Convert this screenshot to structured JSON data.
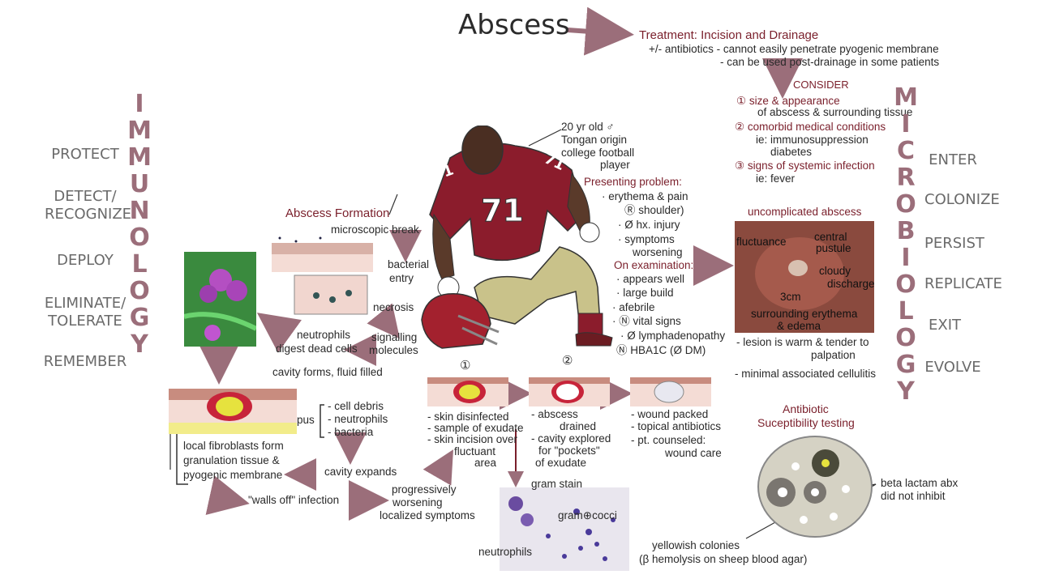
{
  "title": "Abscess",
  "treatment": {
    "heading": "Treatment: Incision and Drainage",
    "line1": "+/- antibiotics - cannot easily penetrate pyogenic membrane",
    "line2": "- can be used post-drainage in some patients",
    "consider": "CONSIDER",
    "items": [
      "① size & appearance",
      "of abscess & surrounding tissue",
      "② comorbid medical conditions",
      "ie: immunosuppression",
      "diabetes",
      "③ signs of systemic infection",
      "ie: fever"
    ]
  },
  "immunology": {
    "vertical": "IMMUNOLOGY",
    "steps": [
      "PROTECT",
      "DETECT/ RECOGNIZE",
      "DEPLOY",
      "ELIMINATE/ TOLERATE",
      "REMEMBER"
    ]
  },
  "microbiology": {
    "vertical": "MICROBIOLOGY",
    "steps": [
      "ENTER",
      "COLONIZE",
      "PERSIST",
      "REPLICATE",
      "EXIT",
      "EVOLVE"
    ]
  },
  "patient": {
    "jersey_number": "71",
    "desc": [
      "20 yr old ♂",
      "Tongan origin",
      "college football",
      "player"
    ],
    "presenting_heading": "Presenting problem:",
    "presenting": [
      "· erythema & pain",
      "Ⓡ shoulder)",
      "· Ø hx. injury",
      "· symptoms",
      "worsening"
    ],
    "exam_heading": "On examination:",
    "exam": [
      "· appears well",
      "· large build",
      "· afebrile",
      "· Ⓝ vital signs",
      "· Ø lymphadenopathy",
      "Ⓝ HBA1C (Ø DM)"
    ]
  },
  "formation": {
    "heading": "Abscess Formation",
    "steps": [
      "microscopic break",
      "bacterial",
      "entry",
      "necrosis",
      "signalling",
      "molecules",
      "neutrophils",
      "digest dead cells"
    ],
    "cavity": "cavity forms, fluid filled",
    "pus": "pus",
    "pus_items": [
      "- cell debris",
      "- neutrophils",
      "- bacteria"
    ],
    "expands": "cavity expands",
    "fibro": [
      "local fibroblasts form",
      "granulation tissue &",
      "pyogenic membrane"
    ],
    "walls": "\"walls off\" infection",
    "progress": [
      "progressively",
      "worsening",
      "localized symptoms"
    ]
  },
  "procedure": {
    "step1": "①",
    "step2": "②",
    "col1": [
      "- skin disinfected",
      "- sample of exudate",
      "- skin incision over",
      "fluctuant",
      "area"
    ],
    "col2": [
      "- abscess",
      "drained",
      "- cavity explored",
      "for \"pockets\"",
      "of exudate"
    ],
    "col3": [
      "- wound packed",
      "- topical antibiotics",
      "- pt. counseled:",
      "wound care"
    ]
  },
  "gram": {
    "heading": "gram stain",
    "cocci": "gram⊕cocci",
    "neutrophils": "neutrophils"
  },
  "uncomplicated": {
    "heading": "uncomplicated abscess",
    "labels": [
      "fluctuance",
      "central",
      "pustule",
      "cloudy",
      "discharge",
      "3cm",
      "surrounding erythema",
      "& edema"
    ],
    "notes": [
      "- lesion is warm & tender to",
      "palpation",
      "- minimal associated cellulitis"
    ]
  },
  "antibiotic": {
    "heading": [
      "Antibiotic",
      "Suceptibility testing"
    ],
    "beta": [
      "beta lactam abx",
      "did not inhibit"
    ],
    "colonies": [
      "yellowish colonies",
      "(β hemolysis on sheep blood agar)"
    ]
  }
}
